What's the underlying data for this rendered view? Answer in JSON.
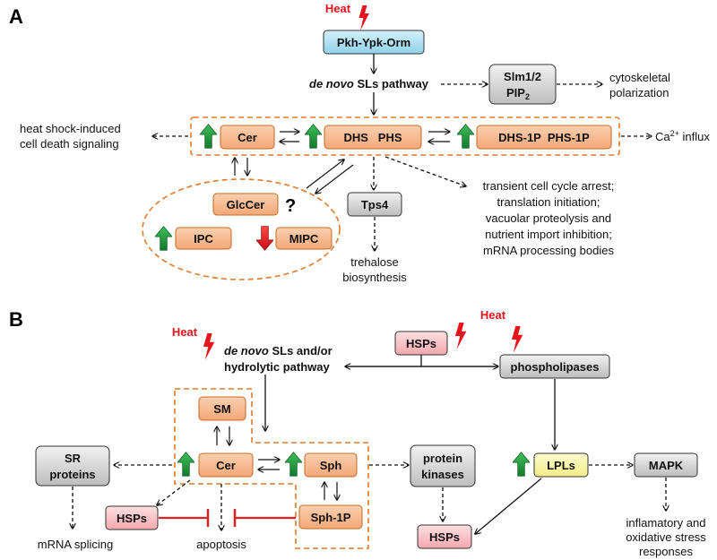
{
  "colors": {
    "orange_fill": "#f6b98c",
    "orange_border": "#d9762b",
    "dash_orange": "#e07b2a",
    "blue_fill": "#a9def0",
    "gray_fill": "#d4d4d4",
    "pink_fill": "#f5b8bd",
    "yellow_fill": "#f8f5a0",
    "green_arrow": "#1e9a3e",
    "red_arrow": "#e8141c",
    "inhibit": "#e02020",
    "heat_text": "#e8141c"
  },
  "panel_a": {
    "label": "A",
    "heat": "Heat",
    "pkh": "Pkh-Ypk-Orm",
    "denovo_italic": "de novo",
    "denovo_rest": " SLs pathway",
    "slm_line1": "Slm1/2",
    "slm_line2": "PIP",
    "slm_sub": "2",
    "cyto_line1": "cytoskeletal",
    "cyto_line2": "polarization",
    "heatshock_line1": "heat shock-induced",
    "heatshock_line2": "cell death signaling",
    "cer": "Cer",
    "dhs_phs": "DHS   PHS",
    "dhs1p_phs1p": "DHS-1P  PHS-1P",
    "ca_pre": "Ca",
    "ca_sup": "2+",
    "ca_post": " influx",
    "glccer": "GlcCer",
    "question": "?",
    "ipc": "IPC",
    "mipc": "MIPC",
    "tps4": "Tps4",
    "trehalose_line1": "trehalose",
    "trehalose_line2": "biosynthesis",
    "effects": [
      "transient cell cycle arrest;",
      "translation initiation;",
      "vacuolar proteolysis and",
      "nutrient import inhibition;",
      "mRNA processing bodies"
    ]
  },
  "panel_b": {
    "label": "B",
    "heat_left": "Heat",
    "heat_right": "Heat",
    "denovo_italic": "de novo",
    "denovo_rest": " SLs and/or",
    "hydrolytic": "hydrolytic pathway",
    "hsps_top": "HSPs",
    "phospholipases": "phospholipases",
    "sm": "SM",
    "cer": "Cer",
    "sph": "Sph",
    "sph1p": "Sph-1P",
    "sr_line1": "SR",
    "sr_line2": "proteins",
    "mrna_splicing": "mRNA splicing",
    "hsps_left": "HSPs",
    "apoptosis": "apoptosis",
    "pk_line1": "protein",
    "pk_line2": "kinases",
    "hsps_bottom": "HSPs",
    "lpls": "LPLs",
    "mapk": "MAPK",
    "stress_line1": "inflamatory and",
    "stress_line2": "oxidative stress",
    "stress_line3": "responses"
  }
}
